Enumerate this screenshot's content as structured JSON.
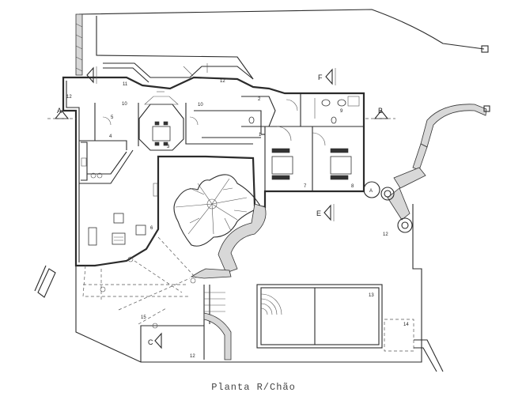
{
  "caption": "Planta R/Chão",
  "section_markers": {
    "a": "A",
    "b": "B",
    "c": "C",
    "e": "E",
    "f": "F"
  },
  "room_numbers": [
    "1",
    "2",
    "3",
    "4",
    "5",
    "6",
    "7",
    "8",
    "9",
    "10",
    "11",
    "12",
    "13",
    "14",
    "15"
  ],
  "colors": {
    "line": "#2b2b2b",
    "stone": "#d8d8d8",
    "background": "#ffffff"
  }
}
